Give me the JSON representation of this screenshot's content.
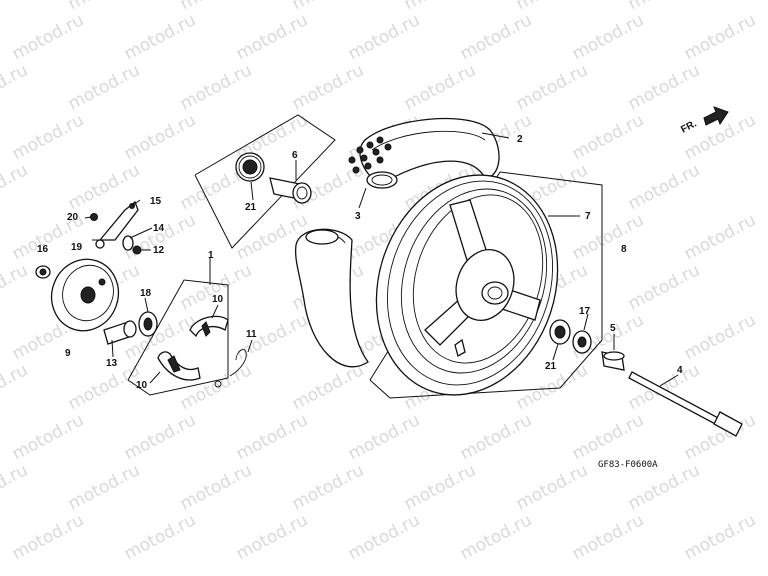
{
  "watermark": "motod.ru",
  "diagram_code": "GF83-F0600A",
  "direction_label": "FR.",
  "callouts": [
    {
      "id": "1",
      "label": "1"
    },
    {
      "id": "2",
      "label": "2"
    },
    {
      "id": "3",
      "label": "3"
    },
    {
      "id": "4",
      "label": "4"
    },
    {
      "id": "5",
      "label": "5"
    },
    {
      "id": "6",
      "label": "6"
    },
    {
      "id": "7",
      "label": "7"
    },
    {
      "id": "8",
      "label": "8"
    },
    {
      "id": "9",
      "label": "9"
    },
    {
      "id": "10a",
      "label": "10"
    },
    {
      "id": "10b",
      "label": "10"
    },
    {
      "id": "11",
      "label": "11"
    },
    {
      "id": "12",
      "label": "12"
    },
    {
      "id": "13",
      "label": "13"
    },
    {
      "id": "14",
      "label": "14"
    },
    {
      "id": "15",
      "label": "15"
    },
    {
      "id": "16",
      "label": "16"
    },
    {
      "id": "17",
      "label": "17"
    },
    {
      "id": "18",
      "label": "18"
    },
    {
      "id": "19",
      "label": "19"
    },
    {
      "id": "20",
      "label": "20"
    },
    {
      "id": "21a",
      "label": "21"
    },
    {
      "id": "21b",
      "label": "21"
    }
  ]
}
